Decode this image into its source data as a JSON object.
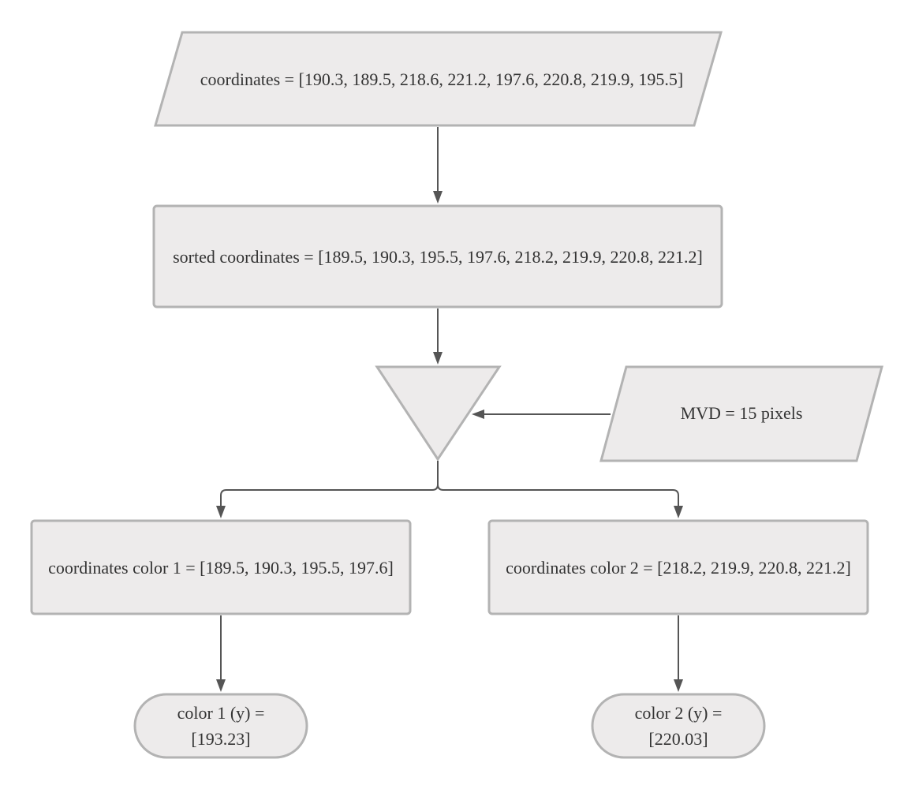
{
  "nodes": {
    "input_coordinates": {
      "text": "coordinates = [190.3, 189.5, 218.6, 221.2, 197.6, 220.8, 219.9, 195.5]"
    },
    "sorted_coordinates": {
      "text": "sorted coordinates = [189.5, 190.3, 195.5, 197.6, 218.2, 219.9, 220.8, 221.2]"
    },
    "split_merge": {
      "text": ""
    },
    "mvd_input": {
      "text": "MVD = 15 pixels"
    },
    "coordinates_color_1": {
      "text": "coordinates color 1 = [189.5, 190.3, 195.5, 197.6]"
    },
    "coordinates_color_2": {
      "text": "coordinates color 2 = [218.2, 219.9, 220.8, 221.2]"
    },
    "color_1_result": {
      "text": "color 1 (y) = [193.23]"
    },
    "color_2_result": {
      "text": "color 2 (y) = [220.03]"
    }
  },
  "colors": {
    "shape_fill": "#edebeb",
    "shape_border": "#b3b3b3",
    "connector": "#555555",
    "text": "#333333"
  }
}
